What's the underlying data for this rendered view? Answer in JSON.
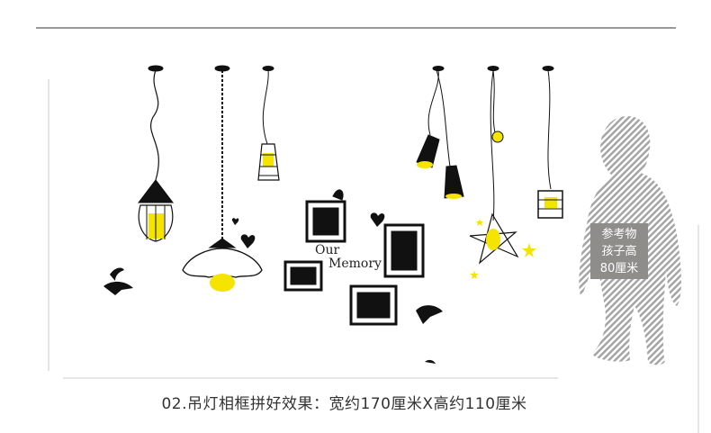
{
  "illustration": {
    "frame_text_line1": "Our",
    "frame_text_line2": "Memory"
  },
  "reference": {
    "line1": "参考物",
    "line2": "孩子高",
    "line3": "80厘米"
  },
  "caption": "02.吊灯相框拼好效果：宽约170厘米X高约110厘米",
  "colors": {
    "bulb": "#f5e400",
    "ink": "#1a1a1a",
    "silhouette": "#9a9a9a"
  }
}
